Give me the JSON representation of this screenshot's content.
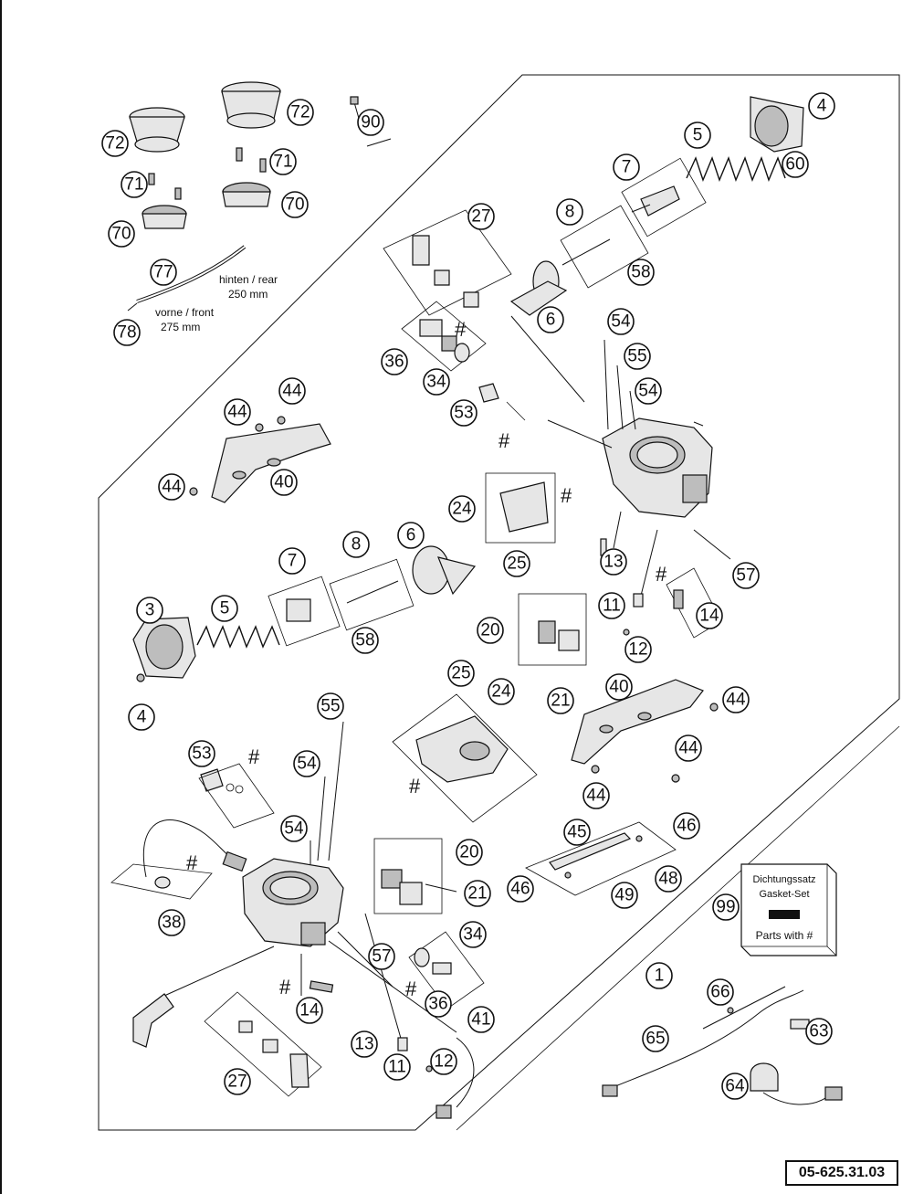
{
  "callouts": [
    "1",
    "3",
    "4",
    "4",
    "5",
    "5",
    "6",
    "6",
    "7",
    "7",
    "8",
    "8",
    "11",
    "11",
    "12",
    "12",
    "13",
    "13",
    "14",
    "14",
    "20",
    "20",
    "21",
    "21",
    "24",
    "24",
    "25",
    "25",
    "27",
    "27",
    "34",
    "34",
    "36",
    "36",
    "38",
    "40",
    "40",
    "41",
    "44",
    "44",
    "44",
    "44",
    "44",
    "44",
    "45",
    "46",
    "46",
    "48",
    "49",
    "53",
    "53",
    "54",
    "54",
    "54",
    "54",
    "55",
    "55",
    "57",
    "57",
    "58",
    "58",
    "60",
    "63",
    "64",
    "65",
    "66",
    "70",
    "70",
    "71",
    "71",
    "72",
    "72",
    "77",
    "78",
    "90",
    "99"
  ],
  "notes": {
    "rear_line1": "hinten / rear",
    "rear_line2": "250 mm",
    "front_line1": "vorne / front",
    "front_line2": "275 mm"
  },
  "gasket_set": {
    "line1": "Dichtungssatz",
    "line2": "Gasket-Set",
    "line3": "Parts with #"
  },
  "hash_symbol": "#",
  "drawing_number": "05-625.31.03"
}
